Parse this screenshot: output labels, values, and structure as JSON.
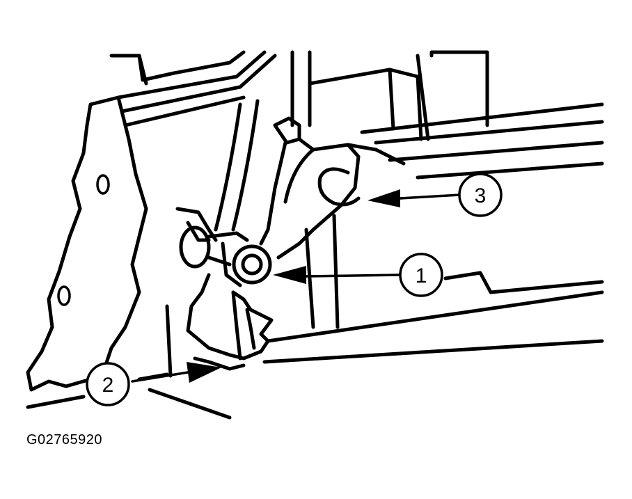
{
  "callouts": [
    {
      "id": "1",
      "label": "1"
    },
    {
      "id": "2",
      "label": "2"
    },
    {
      "id": "3",
      "label": "3"
    }
  ],
  "figure_id": "G02765920",
  "colors": {
    "ink": "#000000",
    "paper": "#ffffff"
  }
}
